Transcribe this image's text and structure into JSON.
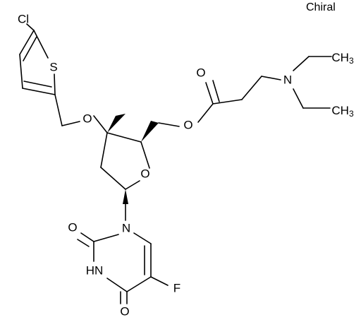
{
  "flag": "Chiral",
  "atoms": {
    "cl": "Cl",
    "s": "S",
    "o_ether": "O",
    "o_ring": "O",
    "o_ester": "O",
    "o_carbonyl": "O",
    "n_amine": "N",
    "ch3_top": "CH",
    "ch3_top_sub": "3",
    "ch3_bottom": "CH",
    "ch3_bottom_sub": "3",
    "o_uracil_2": "O",
    "n1": "N",
    "nh": "HN",
    "o_uracil_4": "O",
    "f": "F"
  }
}
